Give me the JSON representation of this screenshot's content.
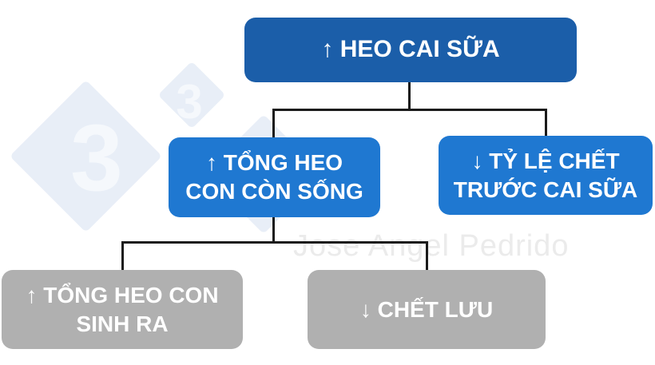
{
  "diagram": {
    "type": "flowchart",
    "topic": "weaned-pig production factors",
    "nodes": {
      "root": {
        "label": "↑ HEO CAI SỮA",
        "trend": "up",
        "level": 1
      },
      "live_born": {
        "label": "↑ TỔNG HEO\nCON CÒN SỐNG",
        "trend": "up",
        "level": 2
      },
      "pre_wean_mortality": {
        "label": "↓ TỶ LỆ CHẾT\nTRƯỚC CAI SỮA",
        "trend": "down",
        "level": 2
      },
      "total_born": {
        "label": "↑ TỔNG HEO CON\nSINH RA",
        "trend": "up",
        "level": 3
      },
      "stillborn": {
        "label": "↓ CHẾT LƯU",
        "trend": "down",
        "level": 3
      }
    },
    "edges": [
      {
        "from": "root",
        "to": "live_born"
      },
      {
        "from": "root",
        "to": "pre_wean_mortality"
      },
      {
        "from": "live_born",
        "to": "total_born"
      },
      {
        "from": "live_born",
        "to": "stillborn"
      }
    ]
  },
  "watermark": {
    "digits": [
      "3",
      "3"
    ],
    "author": "Jose Angel Pedrido"
  },
  "colors": {
    "root_box": "#1B5EA9",
    "mid_box": "#1F78D1",
    "gray_box": "#B0B0B0",
    "box_text": "#FFFFFF",
    "connector": "#1B1B1B",
    "watermark_diamond": "#E8EEF7",
    "watermark_digit": "#F5F8FC",
    "watermark_author_text": "#EBEBEB",
    "background": "#FFFFFF"
  }
}
